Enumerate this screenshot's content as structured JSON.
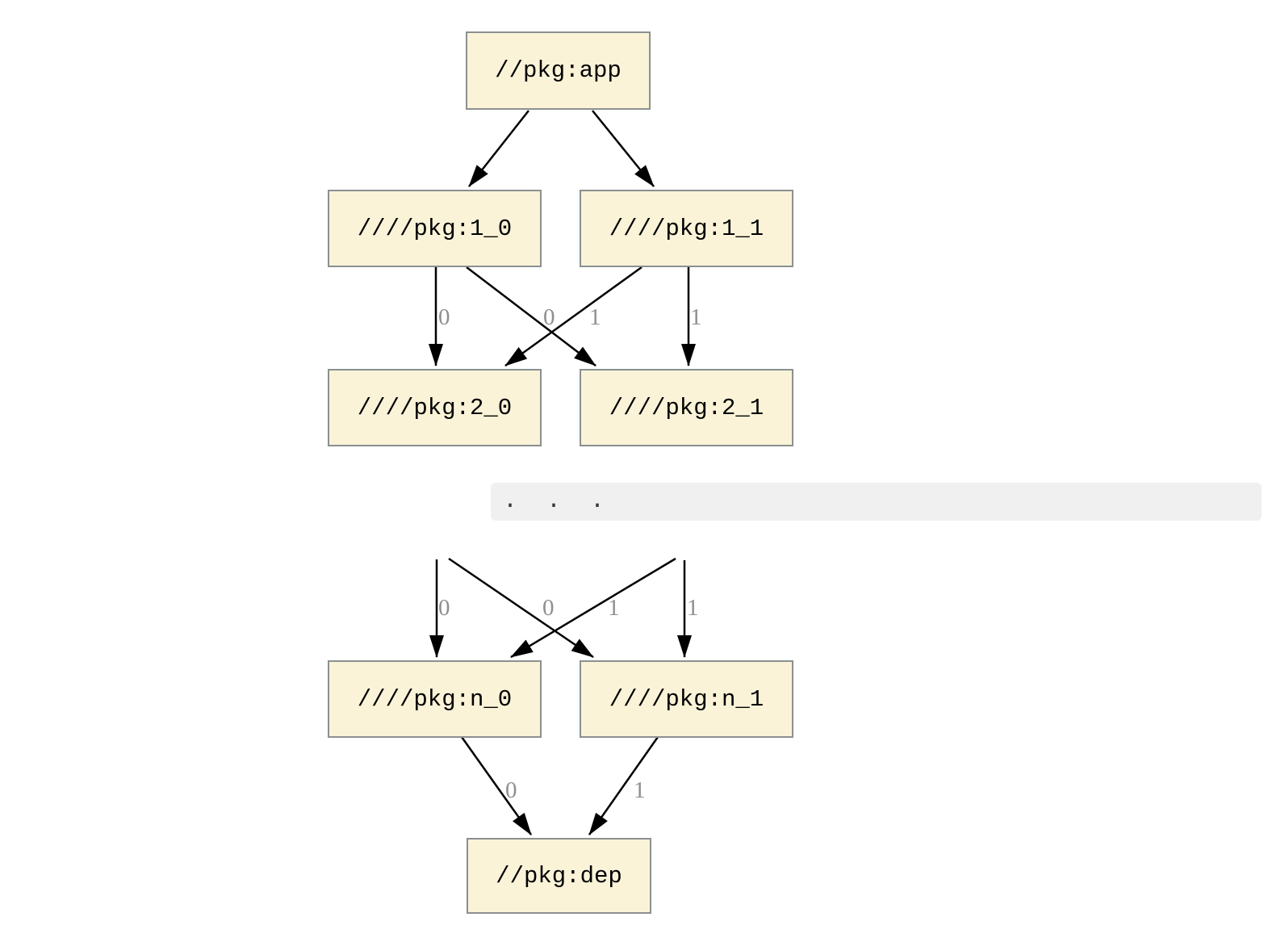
{
  "diagram": {
    "description": "Package dependency graph from //pkg:app through versioned intermediate packages down to //pkg:dep",
    "colors": {
      "background": "#ffffff",
      "node_fill": "#faf3d8",
      "node_border": "#8b9090",
      "node_text": "#000000",
      "edge": "#000000",
      "edge_label": "#8f8f8f",
      "ellipsis_bg": "#f0f0f0",
      "ellipsis_text": "#3a3a3a"
    },
    "nodes": [
      {
        "id": "app",
        "label": "//pkg:app"
      },
      {
        "id": "1_0",
        "label": "////pkg:1_0"
      },
      {
        "id": "1_1",
        "label": "////pkg:1_1"
      },
      {
        "id": "2_0",
        "label": "////pkg:2_0"
      },
      {
        "id": "2_1",
        "label": "////pkg:2_1"
      },
      {
        "id": "n_0",
        "label": "////pkg:n_0"
      },
      {
        "id": "n_1",
        "label": "////pkg:n_1"
      },
      {
        "id": "dep",
        "label": "//pkg:dep"
      }
    ],
    "ellipsis": {
      "text": ".  .  ."
    },
    "edges": [
      {
        "from": "//pkg:app",
        "to": "////pkg:1_0",
        "label": ""
      },
      {
        "from": "//pkg:app",
        "to": "////pkg:1_1",
        "label": ""
      },
      {
        "from": "////pkg:1_0",
        "to": "////pkg:2_0",
        "label": "0"
      },
      {
        "from": "////pkg:1_0",
        "to": "////pkg:2_1",
        "label": "0"
      },
      {
        "from": "////pkg:1_1",
        "to": "////pkg:2_0",
        "label": "1"
      },
      {
        "from": "////pkg:1_1",
        "to": "////pkg:2_1",
        "label": "1"
      },
      {
        "from": "...",
        "to": "////pkg:n_0",
        "label": "0"
      },
      {
        "from": "...",
        "to": "////pkg:n_1",
        "label": "0"
      },
      {
        "from": "...",
        "to": "////pkg:n_0",
        "label": "1"
      },
      {
        "from": "...",
        "to": "////pkg:n_1",
        "label": "1"
      },
      {
        "from": "////pkg:n_0",
        "to": "//pkg:dep",
        "label": "0"
      },
      {
        "from": "////pkg:n_1",
        "to": "//pkg:dep",
        "label": "1"
      }
    ]
  }
}
